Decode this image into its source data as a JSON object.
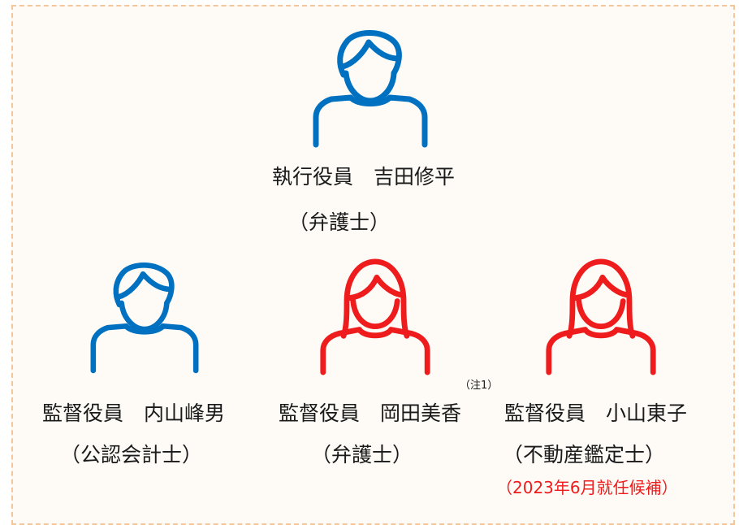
{
  "diagram": {
    "executive": {
      "name": "執行役員　吉田修平",
      "role": "（弁護士）",
      "icon": "male-person-icon",
      "color": "#0070c0"
    },
    "supervisors": [
      {
        "name": "監督役員　内山峰男",
        "role": "（公認会計士）",
        "icon": "male-person-icon",
        "color": "#0070c0"
      },
      {
        "name": "監督役員　岡田美香",
        "role": "（弁護士）",
        "note": "（注1）",
        "icon": "female-person-icon",
        "color": "#ee1c1c"
      },
      {
        "name": "監督役員　小山東子",
        "role": "（不動産鑑定士）",
        "sub": "（2023年6月就任候補）",
        "icon": "female-person-icon",
        "color": "#ee1c1c"
      }
    ]
  }
}
